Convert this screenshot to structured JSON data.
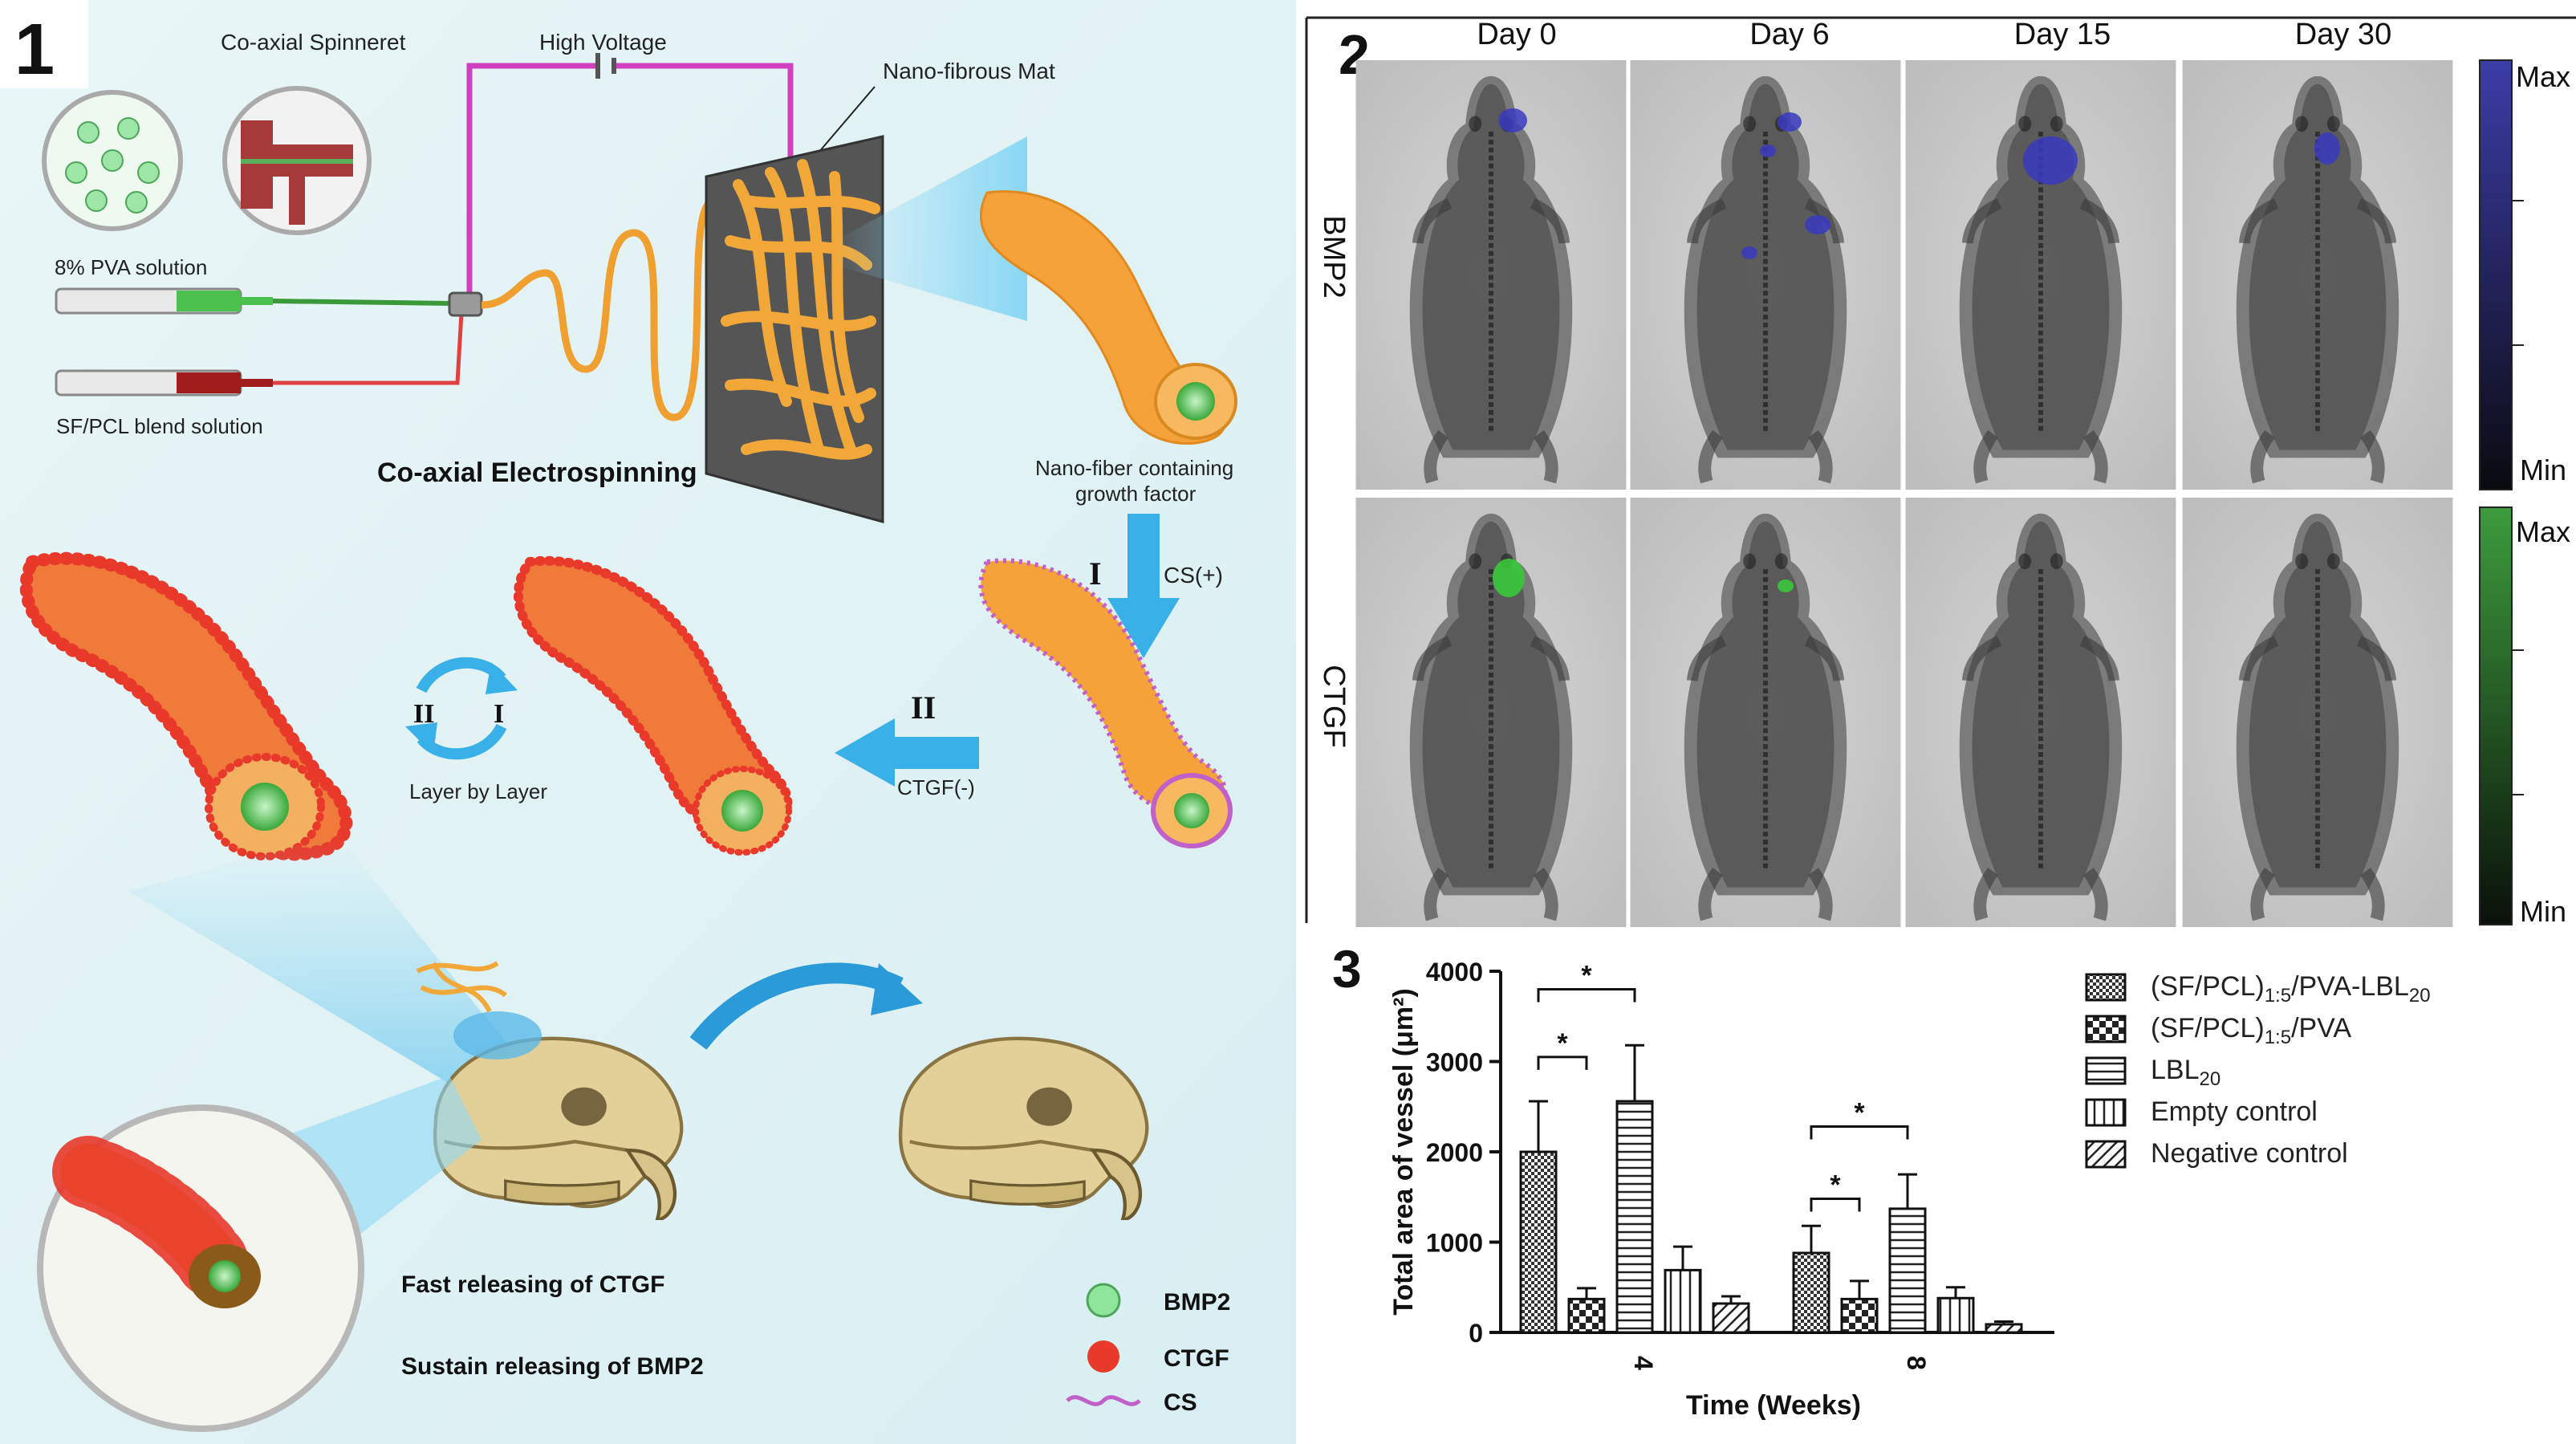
{
  "panel1": {
    "number": "1",
    "spinneret": "Co-axial Spinneret",
    "voltage": "High Voltage",
    "mat": "Nano-fibrous Mat",
    "pva": "8% PVA solution",
    "sfpcl": "SF/PCL blend solution",
    "process": "Co-axial Electrospinning",
    "fiber_line1": "Nano-fiber containing",
    "fiber_line2": "growth factor",
    "step1_numeral": "I",
    "step1_label": "CS(+)",
    "step2_numeral": "II",
    "step2_label": "CTGF(-)",
    "cycle_left": "II",
    "cycle_right": "I",
    "lbl": "Layer by Layer",
    "fast": "Fast releasing of CTGF",
    "sustain": "Sustain releasing of BMP2",
    "legend": [
      {
        "label": "BMP2",
        "color": "#5fcf6a"
      },
      {
        "label": "CTGF",
        "color": "#e8392a"
      },
      {
        "label": "CS",
        "color": "#c060c8"
      }
    ]
  },
  "panel2": {
    "number": "2",
    "days": [
      "Day 0",
      "Day 6",
      "Day 15",
      "Day 30"
    ],
    "rows": [
      "BMP2",
      "CTGF"
    ],
    "scale_max": "Max",
    "scale_min": "Min",
    "colors": {
      "bmp2": "#3a3ab0",
      "ctgf": "#3aa83a"
    }
  },
  "panel3": {
    "number": "3",
    "chart_data": {
      "type": "bar",
      "xlabel": "Time (Weeks)",
      "ylabel": "Total area of vessel (μm²)",
      "ylim": [
        0,
        4000
      ],
      "yticks": [
        "0",
        "1000",
        "2000",
        "3000",
        "4000"
      ],
      "categories": [
        "4",
        "8"
      ],
      "series": [
        {
          "name": "(SF/PCL)1:5/PVA-LBL20",
          "values": [
            2000,
            880
          ],
          "errors": [
            560,
            300
          ]
        },
        {
          "name": "(SF/PCL)1:5/PVA",
          "values": [
            370,
            370
          ],
          "errors": [
            120,
            200
          ]
        },
        {
          "name": "LBL20",
          "values": [
            2560,
            1370
          ],
          "errors": [
            620,
            380
          ]
        },
        {
          "name": "Empty control",
          "values": [
            690,
            380
          ],
          "errors": [
            260,
            120
          ]
        },
        {
          "name": "Negative control",
          "values": [
            320,
            90
          ],
          "errors": [
            80,
            30
          ]
        }
      ],
      "significance": "*",
      "legend_position": "right"
    }
  }
}
